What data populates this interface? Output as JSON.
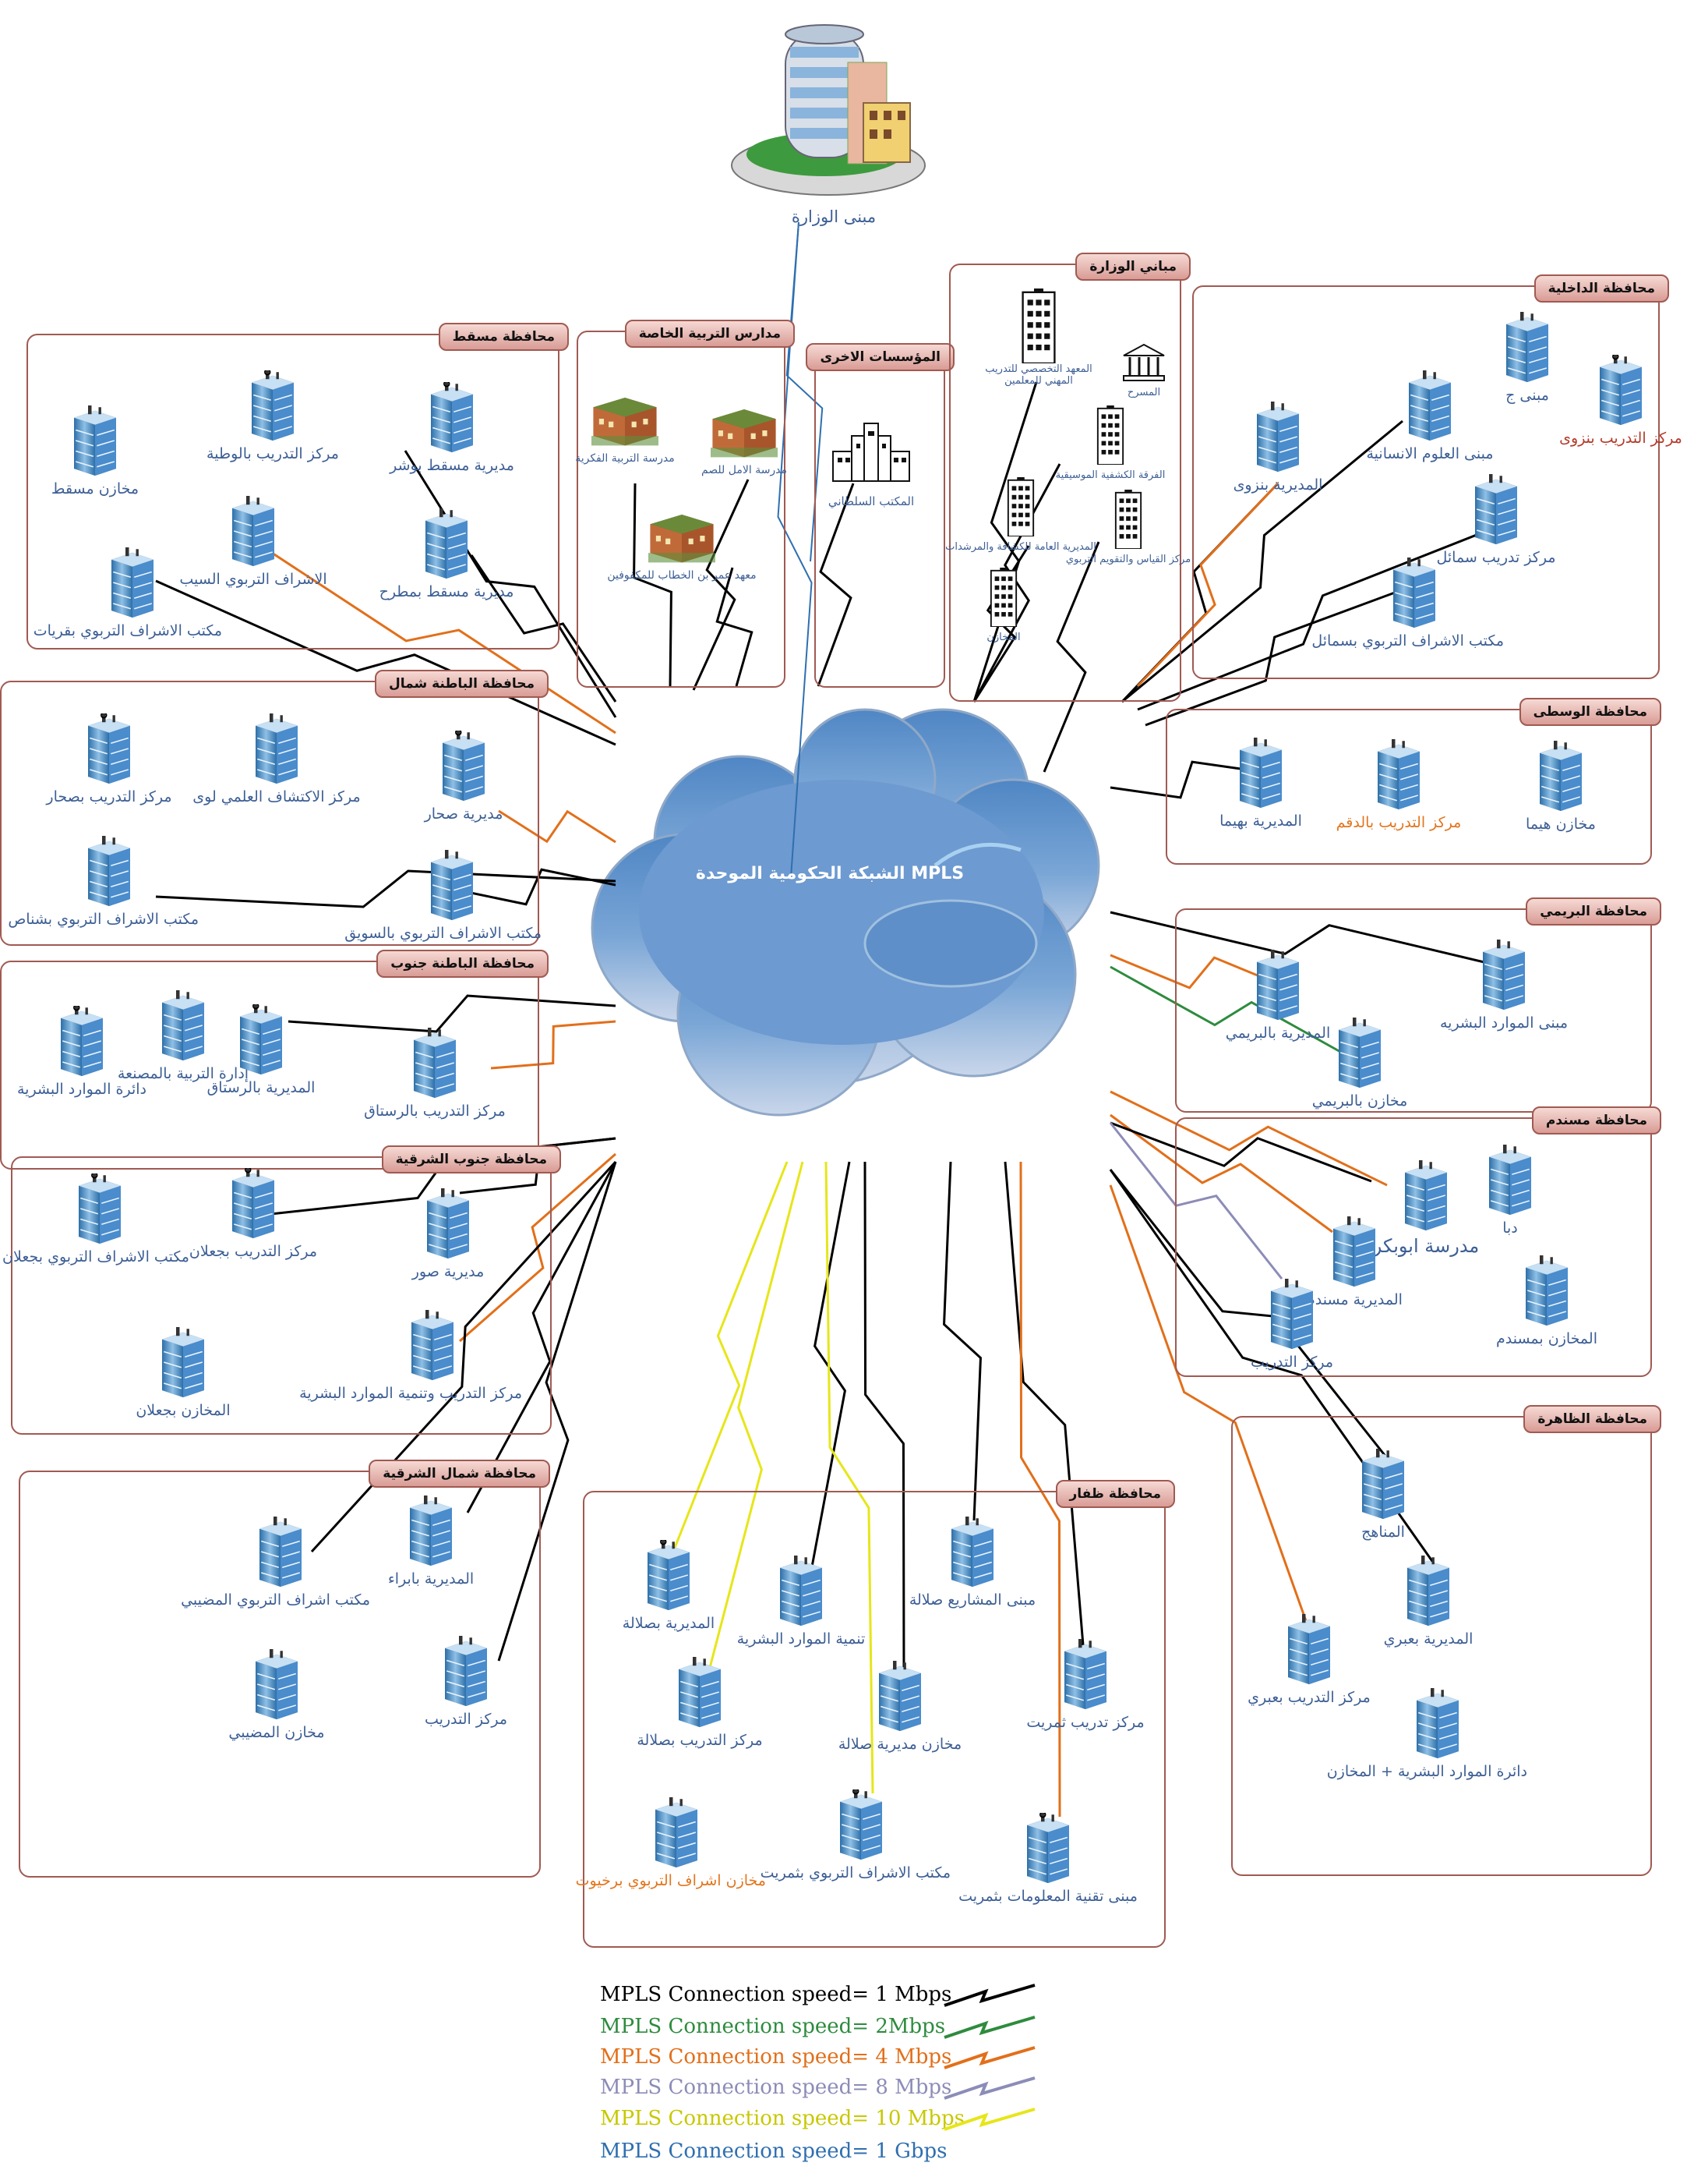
{
  "colors": {
    "c1": "#000000",
    "c2": "#2e8b3e",
    "c4": "#e26f1a",
    "c8": "#8c8cb8",
    "c10": "#e6e61a",
    "c1g": "#2f6fb0"
  },
  "headquarters": {
    "label": "مبنى الوزارة"
  },
  "cloud": {
    "title": "MPLS الشبكة الحكومية الموحدة"
  },
  "regions": [
    {
      "id": "muscat",
      "title": "محافظة مسقط"
    },
    {
      "id": "special-edu",
      "title": "مدارس التربية الخاصة"
    },
    {
      "id": "other-inst",
      "title": "المؤسسات الاخرى"
    },
    {
      "id": "ministry",
      "title": "مباني الوزارة"
    },
    {
      "id": "dakhiliya",
      "title": "محافظة الداخلية"
    },
    {
      "id": "batinah-north",
      "title": "محافظة الباطنة شمال"
    },
    {
      "id": "wusta",
      "title": "محافظة الوسطى"
    },
    {
      "id": "batinah-south",
      "title": "محافظة الباطنة جنوب"
    },
    {
      "id": "buraimi",
      "title": "محافظة البريمي"
    },
    {
      "id": "sharqiya-south",
      "title": "محافظة جنوب الشرقية"
    },
    {
      "id": "musandam",
      "title": "محافظة مسندم"
    },
    {
      "id": "dhahira",
      "title": "محافظة الظاهرة"
    },
    {
      "id": "sharqiya-north",
      "title": "محافظة شمال الشرقية"
    },
    {
      "id": "dhofar",
      "title": "محافظة ظفار"
    }
  ],
  "nodes": {
    "m_stores": "مخازن مسقط",
    "m_watania": "مركز التدريب بالوطية",
    "m_bawshar": "مديرية مسقط بوشر",
    "m_seeb": "الاشراف التربوي السيب",
    "m_mutrah": "مديرية مسقط بمطرح",
    "m_qurayyat": "مكتب الاشراف التربوي بقريات",
    "s_fikriya": "مدرسة التربية الفكرية",
    "s_amal": "مدرسة الامل للصم",
    "s_omar": "معهد عمر بن الخطاب للمكفوفين",
    "o_sultani": "المكتب السلطاني",
    "b_vocational": "المعهد التخصصي للتدريب المهني للمعلمين",
    "b_theatre": "المسرح",
    "b_scouts": "الفرقة الكشفية الموسيقية",
    "b_guides": "المديرية العامة للكشافة والمرشدات",
    "b_evaluation": "مركز القياس والتقويم التربوي",
    "b_stores": "المخازن",
    "d_mbuilding": "مبنى ج",
    "d_trainnizwa": "مركز التدريب بنزوى",
    "d_dirnizwa": "المديرية بنزوى",
    "d_humanities": "مبنى العلوم الانسانية",
    "d_trainsumail": "مركز تدريب سمائل",
    "d_officesumail": "مكتب الاشراف التربوي بسمائل",
    "bn_trainsohar": "مركز التدريب بصحار",
    "bn_discovery": "مركز الاكتشاف العلمي لوى",
    "bn_dirsohar": "مديرية صحار",
    "bn_shinas": "مكتب الاشراف التربوي بشناص",
    "bn_suwaiq": "مكتب الاشراف التربوي بالسويق",
    "w_haima": "مخازن هيما",
    "w_duqm": "مركز التدريب بالدقم",
    "w_dirhaima": "المديرية بهيما",
    "bs_hr": "دائرة الموارد البشرية",
    "bs_musanaa": "إدارة التربية بالمصنعة",
    "bs_dirrustaq": "المديرية بالرستاق",
    "bs_trainrustaq": "مركز التدريب بالرستاق",
    "br_hr": "مبنى الموارد البشريه",
    "br_dir": "المديرية بالبريمي",
    "br_stores": "مخازن بالبريمي",
    "ss_office": "مكتب الاشراف التربوي بجعلان",
    "ss_train": "مركز التدريب بجعلان",
    "ss_dir": "مديرية صور",
    "ss_hrdev": "مركز التدريب وتنمية الموارد البشرية",
    "ss_stores": "المخازن بجعلان",
    "mu_dibba": "دبا",
    "mu_aboubakr": "مدرسة ابوبكر",
    "mu_dir": "المديرية مسندم",
    "mu_stores": "المخازن بمسندم",
    "mu_train": "مركز التدريب",
    "dh_curricula": "المناهج",
    "dh_dir": "المديرية بعبري",
    "dh_train": "مركز التدريب بعبري",
    "dh_hr": "دائرة الموارد البشرية + المخازن",
    "sn_office": "مكتب اشراف التربوي المضيبي",
    "sn_dir": "المديرية بابراء",
    "sn_stores": "مخازن المضيبي",
    "sn_train": "مركز التدريب",
    "df_dir": "المديرية بصلالة",
    "df_hrdev": "تنمية الموارد البشرية",
    "df_projects": "مبنى المشاريع صلالة",
    "df_train": "مركز التدريب بصلالة",
    "df_stores": "مخازن مديرية صلالة",
    "df_trainthumrait": "مركز تدريب ثمريت",
    "df_rakhyut": "مخازن اشراف التربوي برخيوت",
    "df_office": "مكتب الاشراف التربوي بثمريت",
    "df_it": "مبنى تقنية المعلومات بثمريت"
  },
  "legend": [
    {
      "label": "MPLS Connection speed= 1 Mbps",
      "color": "#000000"
    },
    {
      "label": "MPLS Connection speed= 2Mbps",
      "color": "#2e8b3e"
    },
    {
      "label": "MPLS Connection speed= 4 Mbps",
      "color": "#e26f1a"
    },
    {
      "label": "MPLS Connection speed= 8 Mbps",
      "color": "#8c8cb8"
    },
    {
      "label": "MPLS Connection speed= 10 Mbps",
      "color": "#e6e61a"
    },
    {
      "label": "MPLS Connection speed= 1 Gbps",
      "color": "#2f6fb0"
    }
  ]
}
